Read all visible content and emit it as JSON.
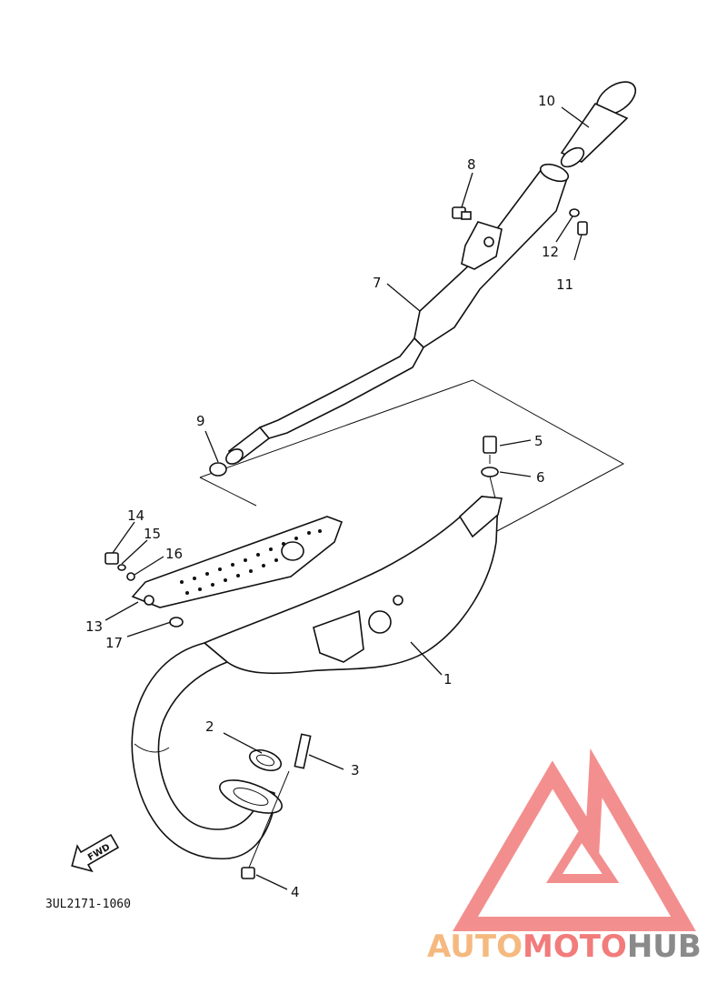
{
  "diagram_code": "3UL2171-1060",
  "fwd_label": "FWD",
  "callouts": [
    "1",
    "2",
    "3",
    "4",
    "5",
    "6",
    "7",
    "8",
    "9",
    "10",
    "11",
    "12",
    "13",
    "14",
    "15",
    "16",
    "17"
  ],
  "watermark": {
    "word_a": "AUTO",
    "word_b": "MOTO",
    "word_c": "HUB",
    "colors": {
      "a": "#f5b97f",
      "b": "#f27b7b",
      "c": "#8a8a8a",
      "logo": "#f27b7b"
    }
  }
}
